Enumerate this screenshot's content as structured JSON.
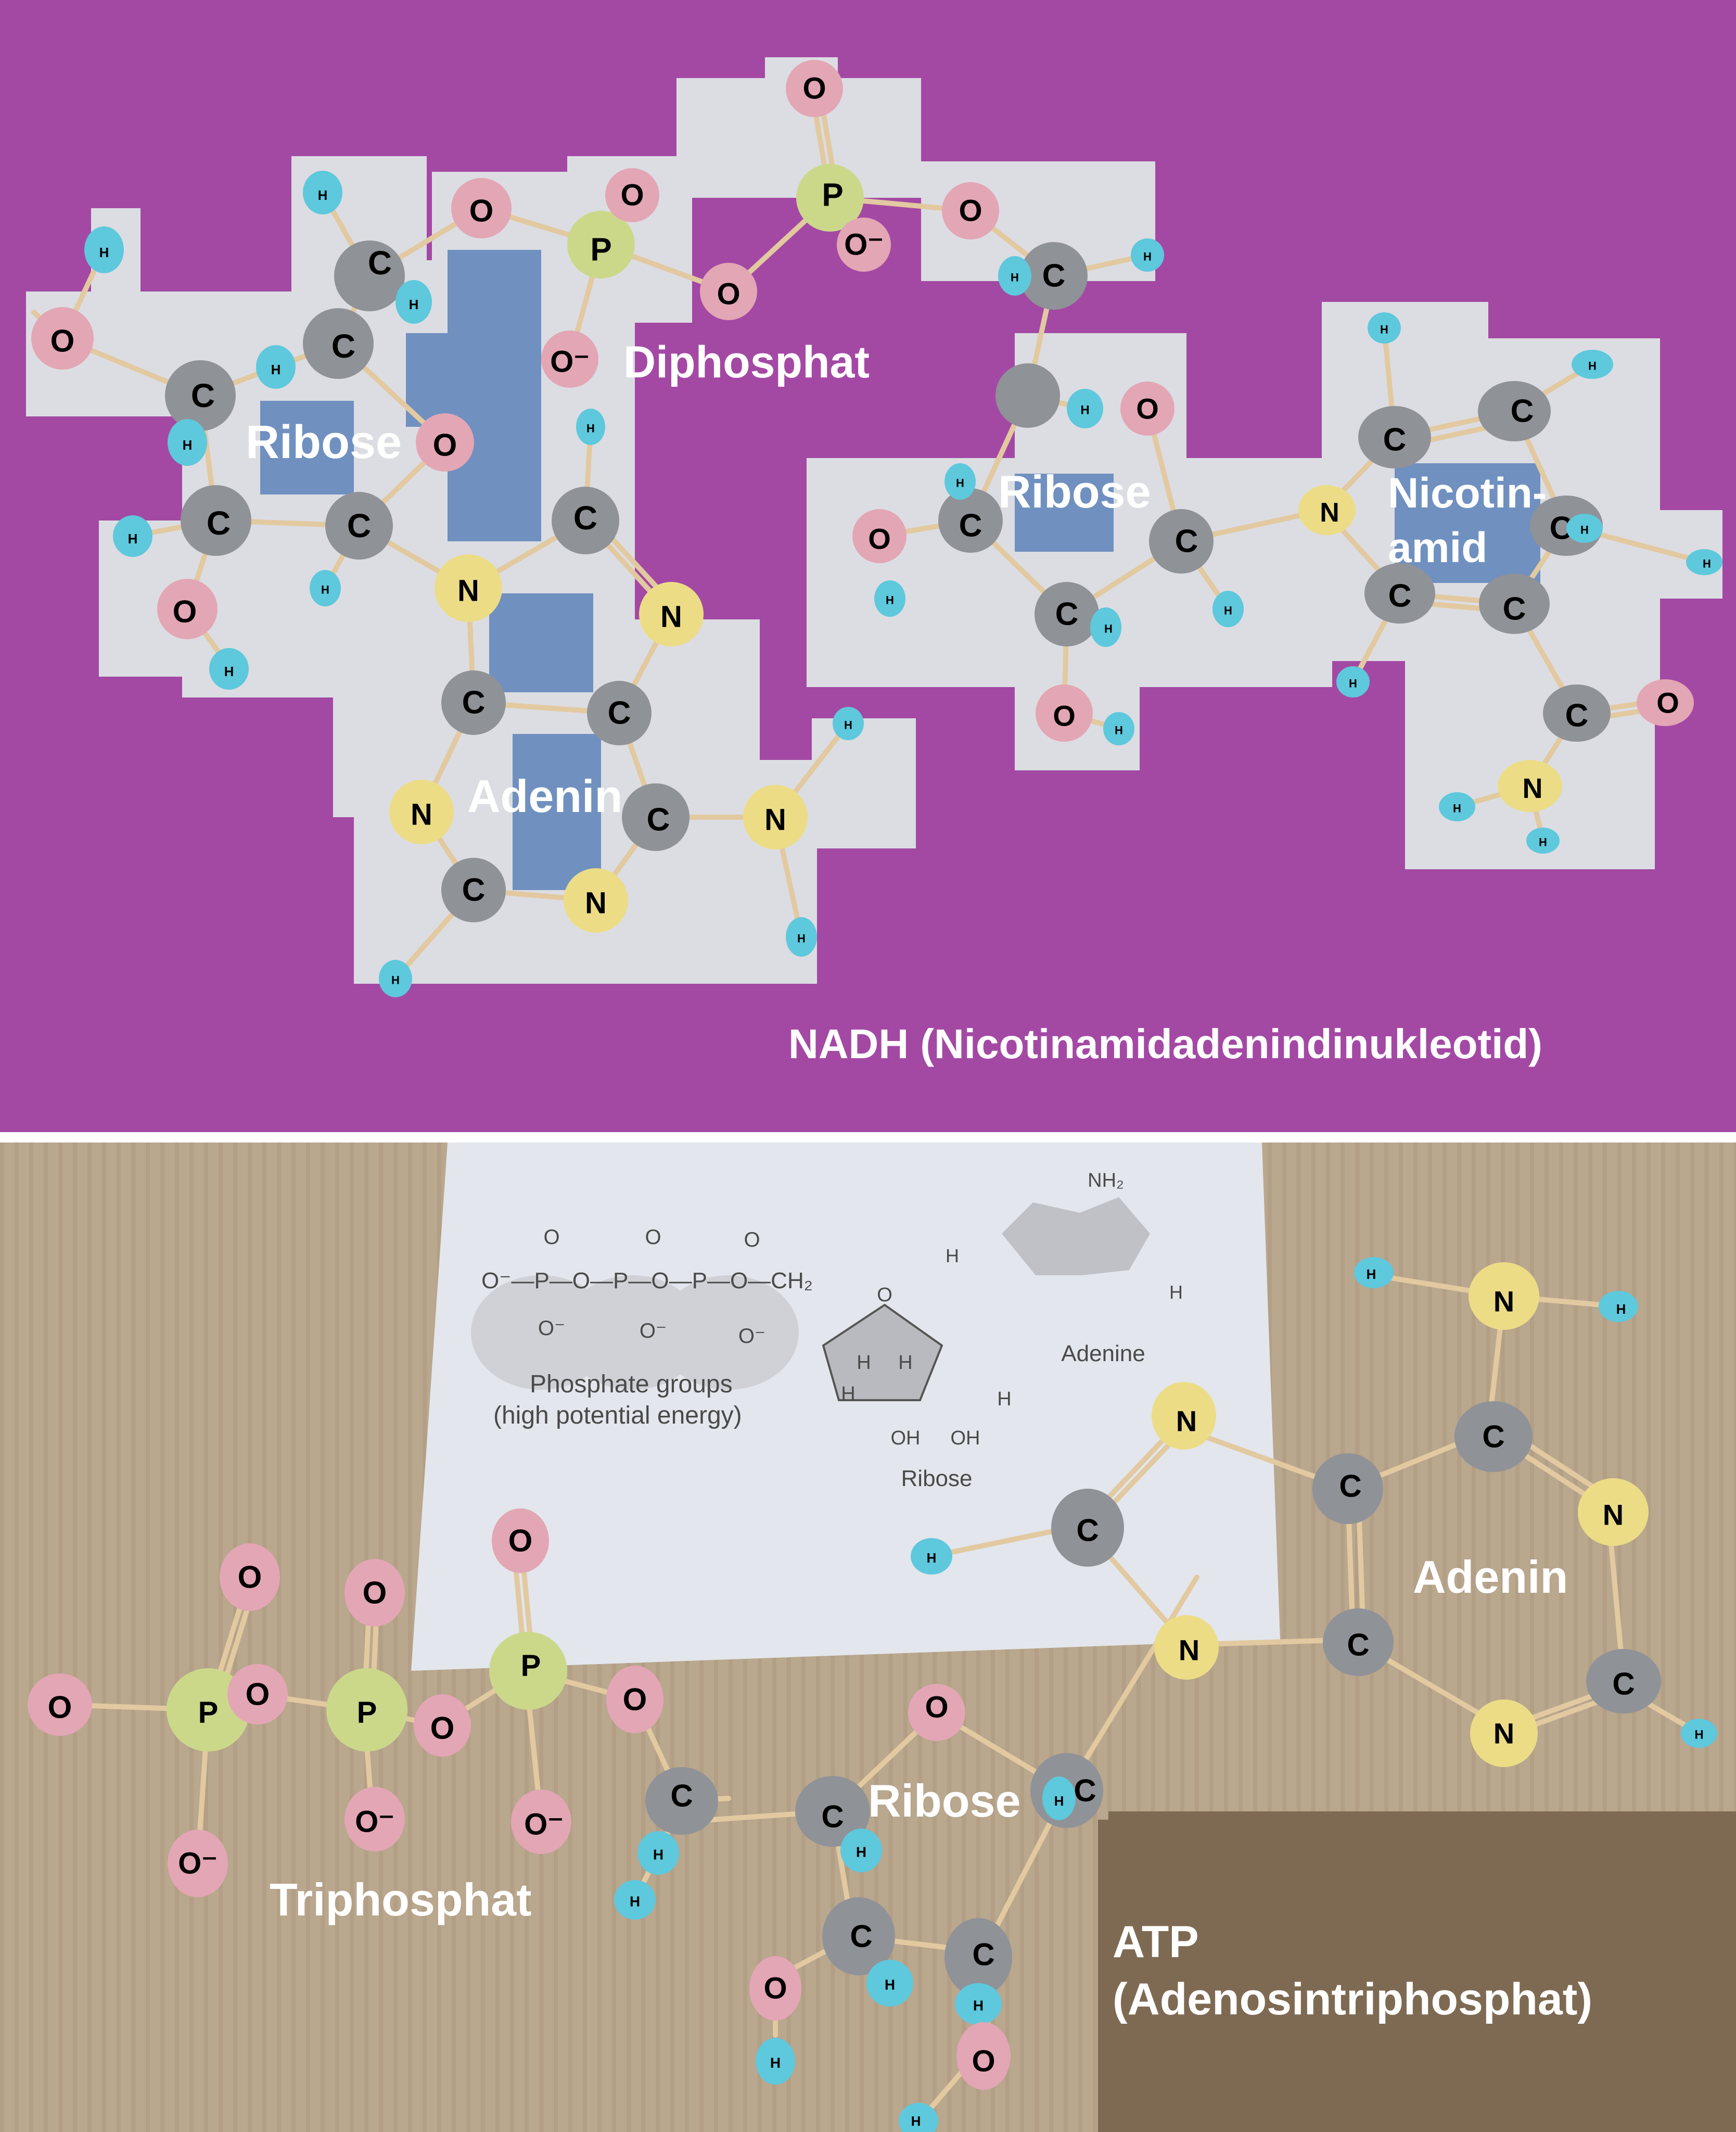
{
  "colors": {
    "nadh_background": "#a349a4",
    "nadh_paper_patch": "#dcdde2",
    "mask_blue": "#7090c0",
    "atp_cardboard": "#b9a78e",
    "atp_label_box": "#7e6a53",
    "paper_sheet": "#e3e6ec",
    "bond_stick": "#e2c9a0",
    "atom_carbon": "#8f9297",
    "atom_oxygen": "#e3a6b4",
    "atom_nitrogen": "#ecdc86",
    "atom_hydrogen": "#5ec8dc",
    "atom_phosphorus": "#cbd88a",
    "overlay_text": "#ffffff"
  },
  "nadh": {
    "title": "NADH (Nicotinamidadenindinukleotid)",
    "labels": {
      "ribose_left": "Ribose",
      "diphosphat": "Diphosphat",
      "adenin": "Adenin",
      "ribose_right": "Ribose",
      "nicotinamid_line1": "Nicotin-",
      "nicotinamid_line2": "amid"
    }
  },
  "atp": {
    "title_line1": "ATP",
    "title_line2": "(Adenosintriphosphat)",
    "labels": {
      "triphosphat": "Triphosphat",
      "ribose": "Ribose",
      "adenin": "Adenin"
    },
    "reference_sheet": {
      "phosphate_caption_line1": "Phosphate groups",
      "phosphate_caption_line2": "(high potential energy)",
      "ribose_caption": "Ribose",
      "adenine_caption": "Adenine",
      "chain_formula": "O⁻—P—O—P—O—P—O—CH₂",
      "top_oxygens": [
        "O",
        "O",
        "O"
      ],
      "bottom_oxygens": [
        "O⁻",
        "O⁻",
        "O⁻"
      ],
      "nh2": "NH₂",
      "ring_atoms": [
        "N",
        "C",
        "N",
        "C",
        "C",
        "N",
        "C",
        "N",
        "C"
      ],
      "h_labels": [
        "H",
        "H",
        "H",
        "H",
        "H",
        "H"
      ],
      "oh_labels": [
        "OH",
        "OH"
      ],
      "ring_oxygen": "O"
    }
  },
  "atom_symbols": {
    "C": "C",
    "O": "O",
    "O_minus": "O⁻",
    "N": "N",
    "H": "H",
    "P": "P"
  }
}
